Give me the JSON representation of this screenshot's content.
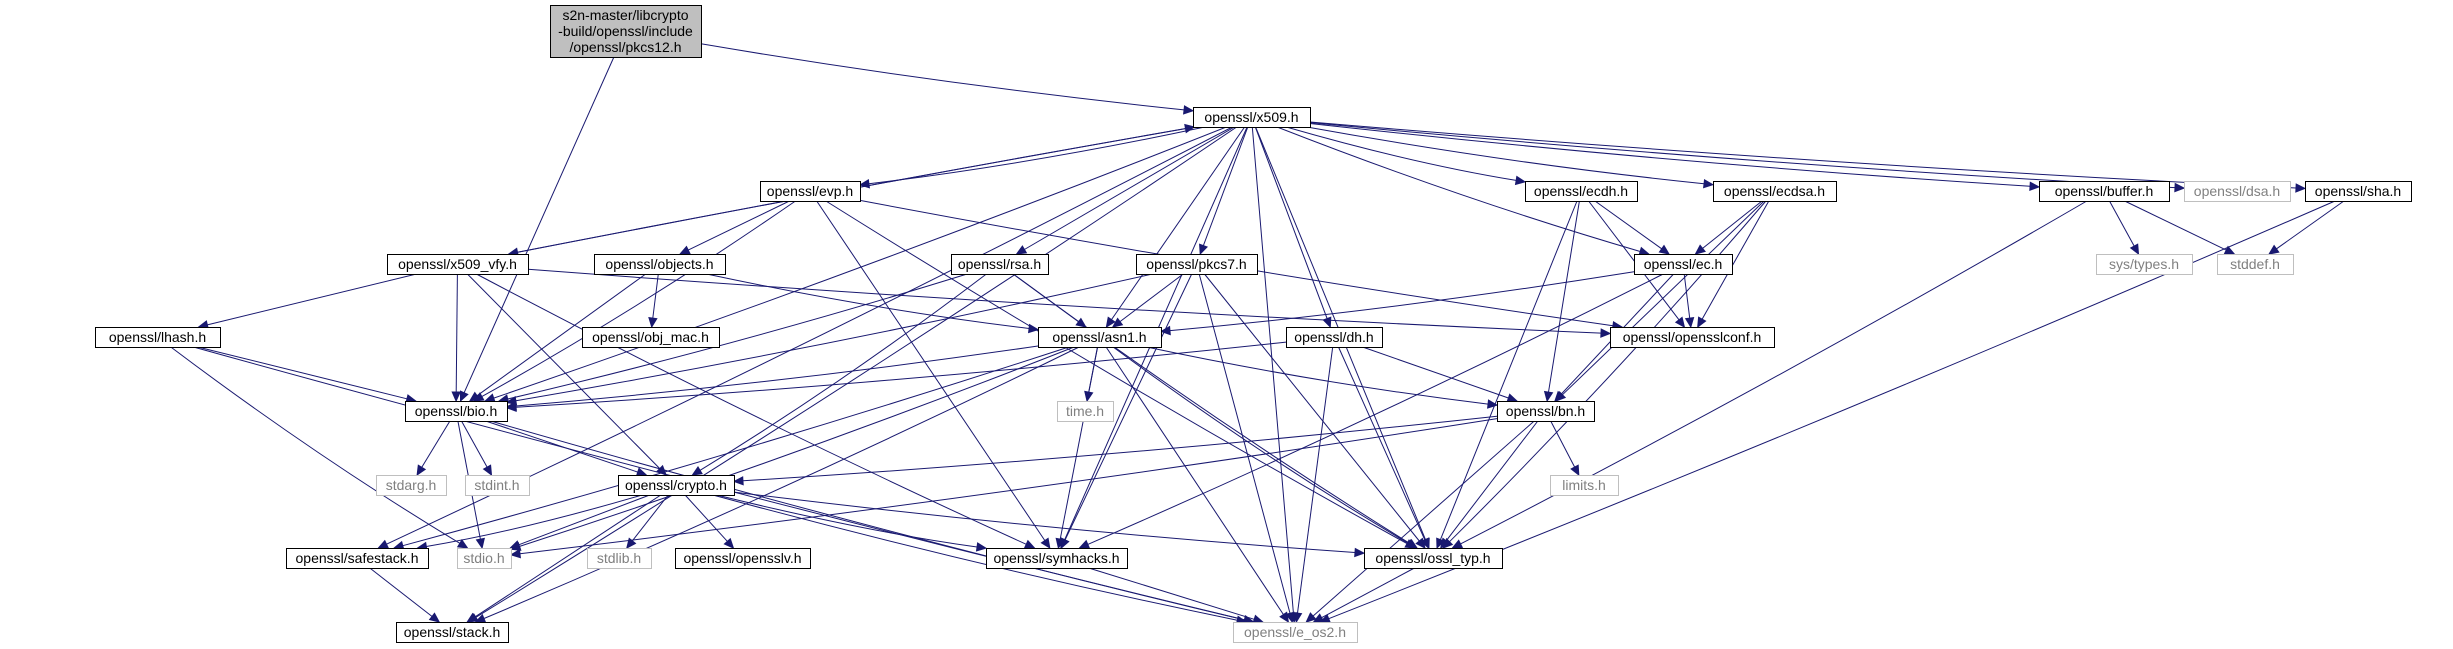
{
  "colors": {
    "edge": "#191970",
    "root_fill": "#bfbfbf",
    "node_border": "#000000",
    "external_border": "#bfbfbf",
    "external_text": "#808080",
    "text": "#000000"
  },
  "nodes": {
    "root": {
      "lines": [
        "s2n-master/libcrypto",
        "-build/openssl/include",
        "/openssl/pkcs12.h"
      ],
      "kind": "root"
    },
    "x509": {
      "lines": [
        "openssl/x509.h"
      ],
      "kind": "internal"
    },
    "evp": {
      "lines": [
        "openssl/evp.h"
      ],
      "kind": "internal"
    },
    "ecdh": {
      "lines": [
        "openssl/ecdh.h"
      ],
      "kind": "internal"
    },
    "ecdsa": {
      "lines": [
        "openssl/ecdsa.h"
      ],
      "kind": "internal"
    },
    "buffer": {
      "lines": [
        "openssl/buffer.h"
      ],
      "kind": "internal"
    },
    "dsa": {
      "lines": [
        "openssl/dsa.h"
      ],
      "kind": "external"
    },
    "sha": {
      "lines": [
        "openssl/sha.h"
      ],
      "kind": "internal"
    },
    "x509_vfy": {
      "lines": [
        "openssl/x509_vfy.h"
      ],
      "kind": "internal"
    },
    "objects": {
      "lines": [
        "openssl/objects.h"
      ],
      "kind": "internal"
    },
    "rsa": {
      "lines": [
        "openssl/rsa.h"
      ],
      "kind": "internal"
    },
    "pkcs7": {
      "lines": [
        "openssl/pkcs7.h"
      ],
      "kind": "internal"
    },
    "ec": {
      "lines": [
        "openssl/ec.h"
      ],
      "kind": "internal"
    },
    "sys_types": {
      "lines": [
        "sys/types.h"
      ],
      "kind": "external"
    },
    "stddef": {
      "lines": [
        "stddef.h"
      ],
      "kind": "external"
    },
    "lhash": {
      "lines": [
        "openssl/lhash.h"
      ],
      "kind": "internal"
    },
    "obj_mac": {
      "lines": [
        "openssl/obj_mac.h"
      ],
      "kind": "internal"
    },
    "asn1": {
      "lines": [
        "openssl/asn1.h"
      ],
      "kind": "internal"
    },
    "dh": {
      "lines": [
        "openssl/dh.h"
      ],
      "kind": "internal"
    },
    "opensslconf": {
      "lines": [
        "openssl/opensslconf.h"
      ],
      "kind": "internal"
    },
    "bio": {
      "lines": [
        "openssl/bio.h"
      ],
      "kind": "internal"
    },
    "time": {
      "lines": [
        "time.h"
      ],
      "kind": "external"
    },
    "bn": {
      "lines": [
        "openssl/bn.h"
      ],
      "kind": "internal"
    },
    "stdarg": {
      "lines": [
        "stdarg.h"
      ],
      "kind": "external"
    },
    "stdint": {
      "lines": [
        "stdint.h"
      ],
      "kind": "external"
    },
    "limits": {
      "lines": [
        "limits.h"
      ],
      "kind": "external"
    },
    "crypto": {
      "lines": [
        "openssl/crypto.h"
      ],
      "kind": "internal"
    },
    "safestack": {
      "lines": [
        "openssl/safestack.h"
      ],
      "kind": "internal"
    },
    "stdio": {
      "lines": [
        "stdio.h"
      ],
      "kind": "external"
    },
    "stdlib": {
      "lines": [
        "stdlib.h"
      ],
      "kind": "external"
    },
    "opensslv": {
      "lines": [
        "openssl/opensslv.h"
      ],
      "kind": "internal"
    },
    "symhacks": {
      "lines": [
        "openssl/symhacks.h"
      ],
      "kind": "internal"
    },
    "ossl_typ": {
      "lines": [
        "openssl/ossl_typ.h"
      ],
      "kind": "internal"
    },
    "stack": {
      "lines": [
        "openssl/stack.h"
      ],
      "kind": "internal"
    },
    "e_os2": {
      "lines": [
        "openssl/e_os2.h"
      ],
      "kind": "external"
    }
  },
  "edges": [
    [
      "root",
      "x509"
    ],
    [
      "root",
      "bio"
    ],
    [
      "x509",
      "evp"
    ],
    [
      "x509",
      "ecdh"
    ],
    [
      "x509",
      "ecdsa"
    ],
    [
      "x509",
      "buffer"
    ],
    [
      "x509",
      "dsa"
    ],
    [
      "x509",
      "sha"
    ],
    [
      "x509",
      "x509_vfy"
    ],
    [
      "x509",
      "rsa"
    ],
    [
      "x509",
      "pkcs7"
    ],
    [
      "x509",
      "ec"
    ],
    [
      "x509",
      "asn1"
    ],
    [
      "x509",
      "dh"
    ],
    [
      "x509",
      "bio"
    ],
    [
      "x509",
      "symhacks"
    ],
    [
      "x509",
      "ossl_typ"
    ],
    [
      "x509",
      "safestack"
    ],
    [
      "x509",
      "stack"
    ],
    [
      "x509",
      "e_os2"
    ],
    [
      "x509_vfy",
      "x509"
    ],
    [
      "x509_vfy",
      "lhash"
    ],
    [
      "x509_vfy",
      "bio"
    ],
    [
      "x509_vfy",
      "crypto"
    ],
    [
      "x509_vfy",
      "symhacks"
    ],
    [
      "x509_vfy",
      "opensslconf"
    ],
    [
      "evp",
      "objects"
    ],
    [
      "evp",
      "bio"
    ],
    [
      "evp",
      "symhacks"
    ],
    [
      "evp",
      "ossl_typ"
    ],
    [
      "evp",
      "opensslconf"
    ],
    [
      "objects",
      "obj_mac"
    ],
    [
      "objects",
      "asn1"
    ],
    [
      "objects",
      "bio"
    ],
    [
      "rsa",
      "asn1"
    ],
    [
      "rsa",
      "bio"
    ],
    [
      "rsa",
      "crypto"
    ],
    [
      "rsa",
      "ossl_typ"
    ],
    [
      "pkcs7",
      "asn1"
    ],
    [
      "pkcs7",
      "bio"
    ],
    [
      "pkcs7",
      "symhacks"
    ],
    [
      "pkcs7",
      "ossl_typ"
    ],
    [
      "pkcs7",
      "e_os2"
    ],
    [
      "ecdh",
      "ec"
    ],
    [
      "ecdh",
      "bn"
    ],
    [
      "ecdh",
      "opensslconf"
    ],
    [
      "ecdh",
      "ossl_typ"
    ],
    [
      "ecdsa",
      "ec"
    ],
    [
      "ecdsa",
      "bn"
    ],
    [
      "ecdsa",
      "opensslconf"
    ],
    [
      "ecdsa",
      "ossl_typ"
    ],
    [
      "ec",
      "asn1"
    ],
    [
      "ec",
      "bn"
    ],
    [
      "ec",
      "opensslconf"
    ],
    [
      "ec",
      "symhacks"
    ],
    [
      "buffer",
      "sys_types"
    ],
    [
      "buffer",
      "stddef"
    ],
    [
      "buffer",
      "ossl_typ"
    ],
    [
      "sha",
      "stddef"
    ],
    [
      "sha",
      "e_os2"
    ],
    [
      "lhash",
      "bio"
    ],
    [
      "lhash",
      "stdio"
    ],
    [
      "lhash",
      "e_os2"
    ],
    [
      "asn1",
      "time"
    ],
    [
      "asn1",
      "bio"
    ],
    [
      "asn1",
      "bn"
    ],
    [
      "asn1",
      "stack"
    ],
    [
      "asn1",
      "safestack"
    ],
    [
      "asn1",
      "symhacks"
    ],
    [
      "asn1",
      "ossl_typ"
    ],
    [
      "asn1",
      "e_os2"
    ],
    [
      "asn1",
      "stdio"
    ],
    [
      "dh",
      "bio"
    ],
    [
      "dh",
      "bn"
    ],
    [
      "dh",
      "ossl_typ"
    ],
    [
      "dh",
      "e_os2"
    ],
    [
      "bio",
      "stdarg"
    ],
    [
      "bio",
      "stdint"
    ],
    [
      "bio",
      "crypto"
    ],
    [
      "bio",
      "stdio"
    ],
    [
      "bio",
      "e_os2"
    ],
    [
      "bn",
      "limits"
    ],
    [
      "bn",
      "crypto"
    ],
    [
      "bn",
      "stdio"
    ],
    [
      "bn",
      "ossl_typ"
    ],
    [
      "bn",
      "e_os2"
    ],
    [
      "crypto",
      "stdlib"
    ],
    [
      "crypto",
      "opensslv"
    ],
    [
      "crypto",
      "safestack"
    ],
    [
      "crypto",
      "stdio"
    ],
    [
      "crypto",
      "symhacks"
    ],
    [
      "crypto",
      "ossl_typ"
    ],
    [
      "crypto",
      "stack"
    ],
    [
      "crypto",
      "e_os2"
    ],
    [
      "safestack",
      "stack"
    ],
    [
      "symhacks",
      "e_os2"
    ],
    [
      "ossl_typ",
      "e_os2"
    ]
  ]
}
